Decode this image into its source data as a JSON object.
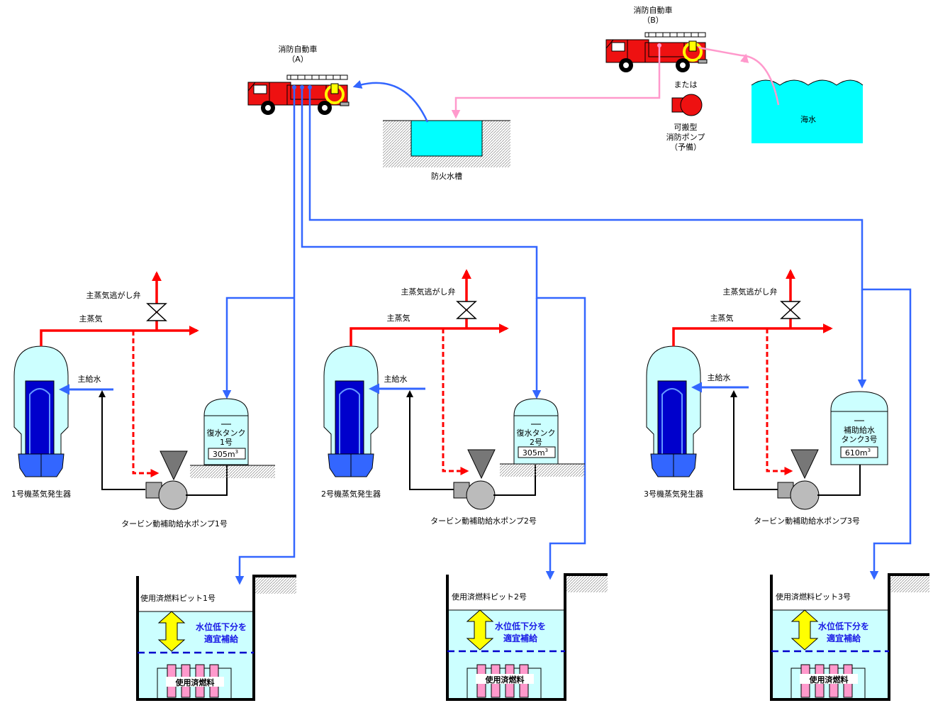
{
  "fire_trucks": {
    "a": {
      "title": "消防自動車",
      "sub": "（A）"
    },
    "b": {
      "title": "消防自動車",
      "sub": "（B）"
    }
  },
  "portable_pump": {
    "or": "または",
    "line1": "可搬型",
    "line2": "消防ポンプ",
    "line3": "（予備）"
  },
  "fire_cistern": "防火水槽",
  "seawater": "海水",
  "units": [
    {
      "main_steam": "主蒸気",
      "relief_valve": "主蒸気逃がし弁",
      "feedwater": "主給水",
      "sg": "1号機蒸気発生器",
      "pump": "タービン動補助給水ポンプ1号",
      "tank_line1": "復水タンク",
      "tank_line2": "1号",
      "tank_vol": "305m",
      "tank_sup": "3",
      "pit": "使用済燃料ピット1号",
      "makeup1": "水位低下分を",
      "makeup2": "適宜補給",
      "fuel": "使用済燃料"
    },
    {
      "main_steam": "主蒸気",
      "relief_valve": "主蒸気逃がし弁",
      "feedwater": "主給水",
      "sg": "2号機蒸気発生器",
      "pump": "タービン動補助給水ポンプ2号",
      "tank_line1": "復水タンク",
      "tank_line2": "2号",
      "tank_vol": "305m",
      "tank_sup": "3",
      "pit": "使用済燃料ピット2号",
      "makeup1": "水位低下分を",
      "makeup2": "適宜補給",
      "fuel": "使用済燃料"
    },
    {
      "main_steam": "主蒸気",
      "relief_valve": "主蒸気逃がし弁",
      "feedwater": "主給水",
      "sg": "3号機蒸気発生器",
      "pump": "タービン動補助給水ポンプ3号",
      "tank_line1": "補助給水",
      "tank_line2": "タンク3号",
      "tank_vol": "610m",
      "tank_sup": "3",
      "pit": "使用済燃料ピット3号",
      "makeup1": "水位低下分を",
      "makeup2": "適宜補給",
      "fuel": "使用済燃料"
    }
  ],
  "colors": {
    "water_line": "#3366ff",
    "sea_line": "#ff99cc",
    "steam": "#ff0000",
    "water": "#00ffff",
    "light_water": "#ccffff"
  }
}
